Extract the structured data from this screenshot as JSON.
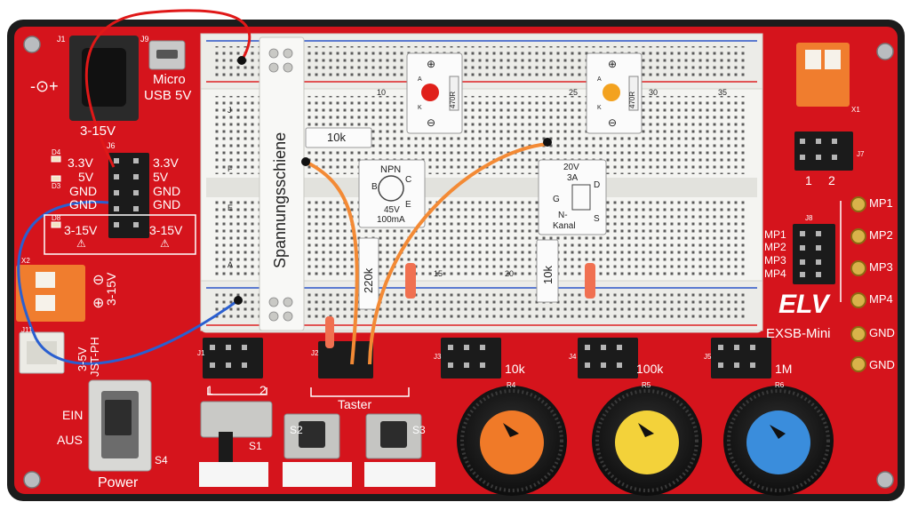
{
  "board": {
    "brand": "ELV",
    "model": "EXSB-Mini",
    "breadboard_label": "Spannungsschiene"
  },
  "power": {
    "jack_id": "J1",
    "usb_id": "J9",
    "usb_label_1": "Micro",
    "usb_label_2": "USB 5V",
    "dc_range": "3-15V",
    "dc_symbol": "-⊙+"
  },
  "header_j6": {
    "id": "J6",
    "left": [
      "3.3V",
      "5V",
      "GND",
      "GND",
      "3-15V"
    ],
    "right": [
      "3.3V",
      "5V",
      "GND",
      "GND",
      "3-15V"
    ],
    "leds": [
      "D4",
      "D3",
      "D8"
    ],
    "warning": "⚠"
  },
  "terminal_x2": {
    "id": "X2",
    "labels": [
      "⊖",
      "⊕",
      "3-15V"
    ]
  },
  "connector_j11": {
    "id": "J11",
    "labels": [
      "3-5V",
      "JST-PH"
    ]
  },
  "switch_s4": {
    "id": "S4",
    "on_label": "EIN",
    "off_label": "AUS",
    "name": "Power"
  },
  "switch_s1": {
    "id": "S1",
    "header_id": "J1",
    "pin_labels": [
      "1",
      "2"
    ]
  },
  "taster": {
    "header_id": "J2",
    "label": "Taster",
    "buttons": [
      "S2",
      "S3"
    ]
  },
  "potentiometers": [
    {
      "header": "J3",
      "value": "10k",
      "ref": "R4",
      "color": "#f07a28"
    },
    {
      "header": "J4",
      "value": "100k",
      "ref": "R5",
      "color": "#f3d23a"
    },
    {
      "header": "J5",
      "value": "1M",
      "ref": "R6",
      "color": "#3a8ddc"
    }
  ],
  "output_terminal": {
    "id": "X1",
    "header_id": "J7",
    "pin_labels": [
      "1",
      "2"
    ]
  },
  "measure_points": {
    "header_id": "J8",
    "header_labels": [
      "MP1",
      "MP2",
      "MP3",
      "MP4"
    ],
    "points": [
      "MP1",
      "MP2",
      "MP3",
      "MP4",
      "GND",
      "GND"
    ]
  },
  "breadboard": {
    "column_numbers": [
      "10",
      "15",
      "20",
      "25",
      "30",
      "35"
    ],
    "row_letters_top": [
      "J",
      "F"
    ],
    "row_letters_bottom": [
      "E",
      "A"
    ]
  },
  "components": {
    "resistor_top": "10k",
    "resistor_left": "220k",
    "resistor_mid": "10k",
    "led_resistor": "470R",
    "npn_title": "NPN",
    "npn_pins": [
      "B",
      "C",
      "E"
    ],
    "npn_rating_1": "45V",
    "npn_rating_2": "100mA",
    "mosfet_rating_1": "20V",
    "mosfet_rating_2": "3A",
    "mosfet_pins": [
      "G",
      "D",
      "S"
    ],
    "mosfet_type_1": "N-",
    "mosfet_type_2": "Kanal",
    "led_marks": [
      "⊕",
      "A",
      "K",
      "⊖"
    ]
  },
  "colors": {
    "pcb": "#d5141c",
    "frame": "#1c1c1c",
    "breadboard": "#f4f4f1",
    "wire_red": "#e01818",
    "wire_blue": "#2a5fd0",
    "wire_orange": "#f38a35"
  }
}
